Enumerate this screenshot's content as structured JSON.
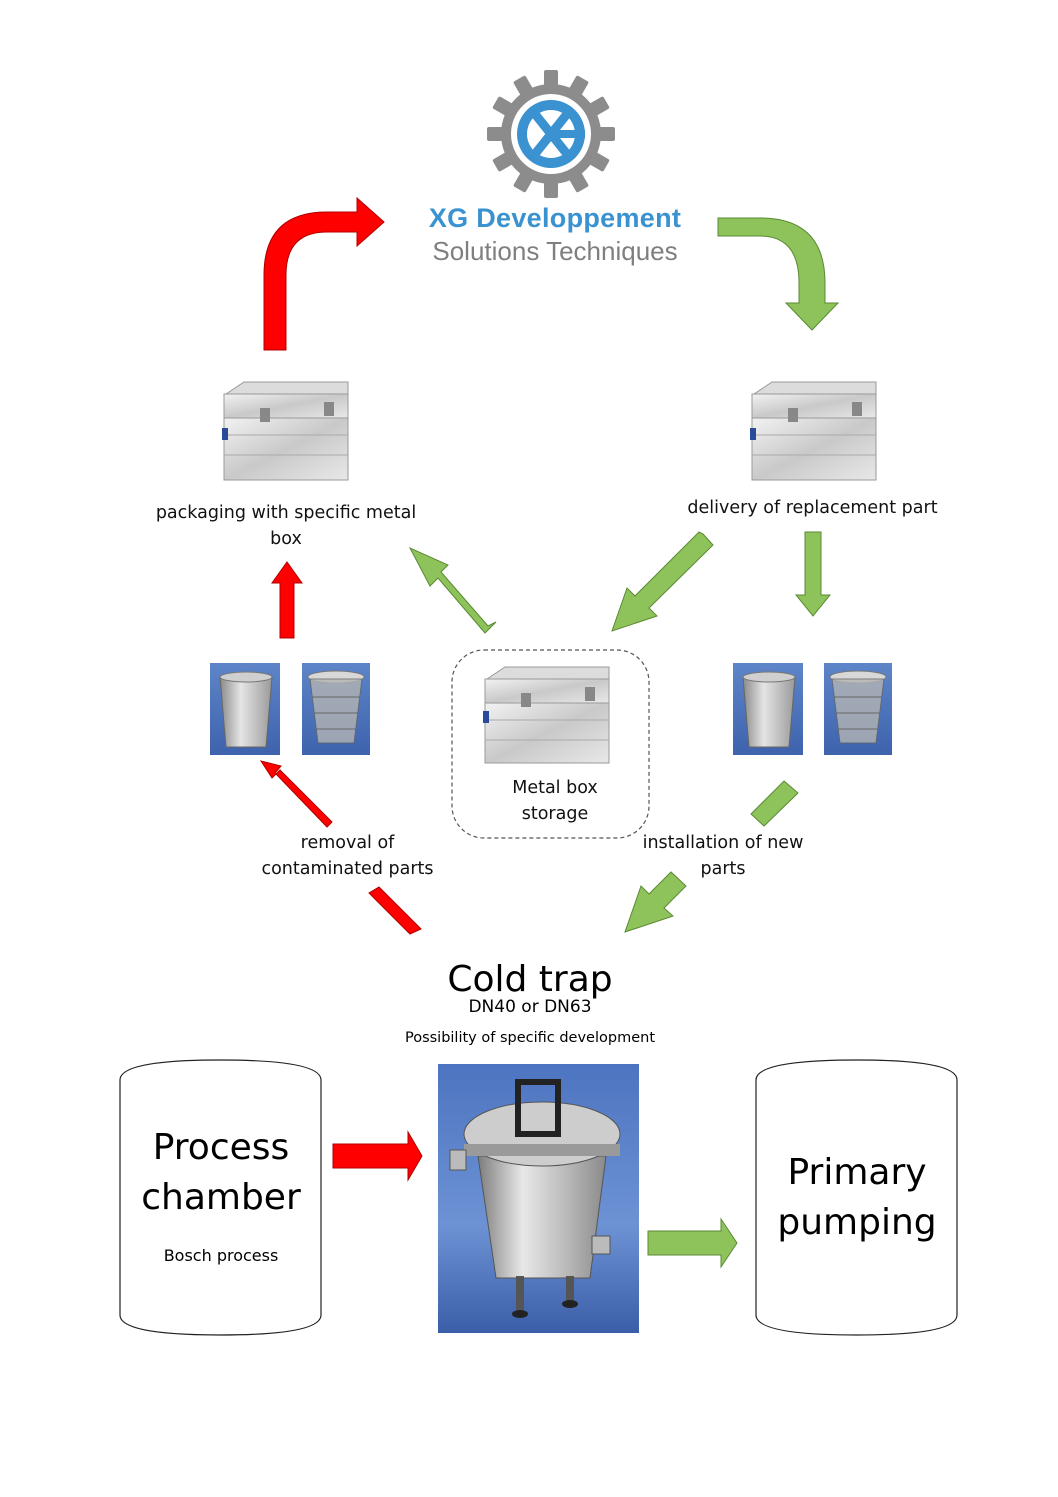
{
  "brand": {
    "logo_letters": "XG",
    "name": "XG Developpement",
    "tagline": "Solutions Techniques",
    "colors": {
      "blue": "#3a92d0",
      "gray": "#7f7f7f",
      "gear": "#8c8c8c"
    }
  },
  "labels": {
    "packaging": "packaging with specific metal box",
    "delivery": "delivery of replacement part",
    "storage": "Metal box storage",
    "removal": "removal of contaminated parts",
    "installation": "installation of new parts"
  },
  "cold_trap": {
    "title": "Cold trap",
    "size": "DN40 or DN63",
    "note": "Possibility of specific development"
  },
  "process_chamber": {
    "title": "Process chamber",
    "subtitle": "Bosch process"
  },
  "primary_pumping": {
    "title": "Primary pumping"
  },
  "arrow_colors": {
    "red": "#ff0000",
    "green": "#8dc35a"
  },
  "icons": [
    "gear-logo-icon",
    "metal-box-image",
    "cold-trap-liner-image",
    "cold-trap-basket-image",
    "cold-trap-photo"
  ]
}
